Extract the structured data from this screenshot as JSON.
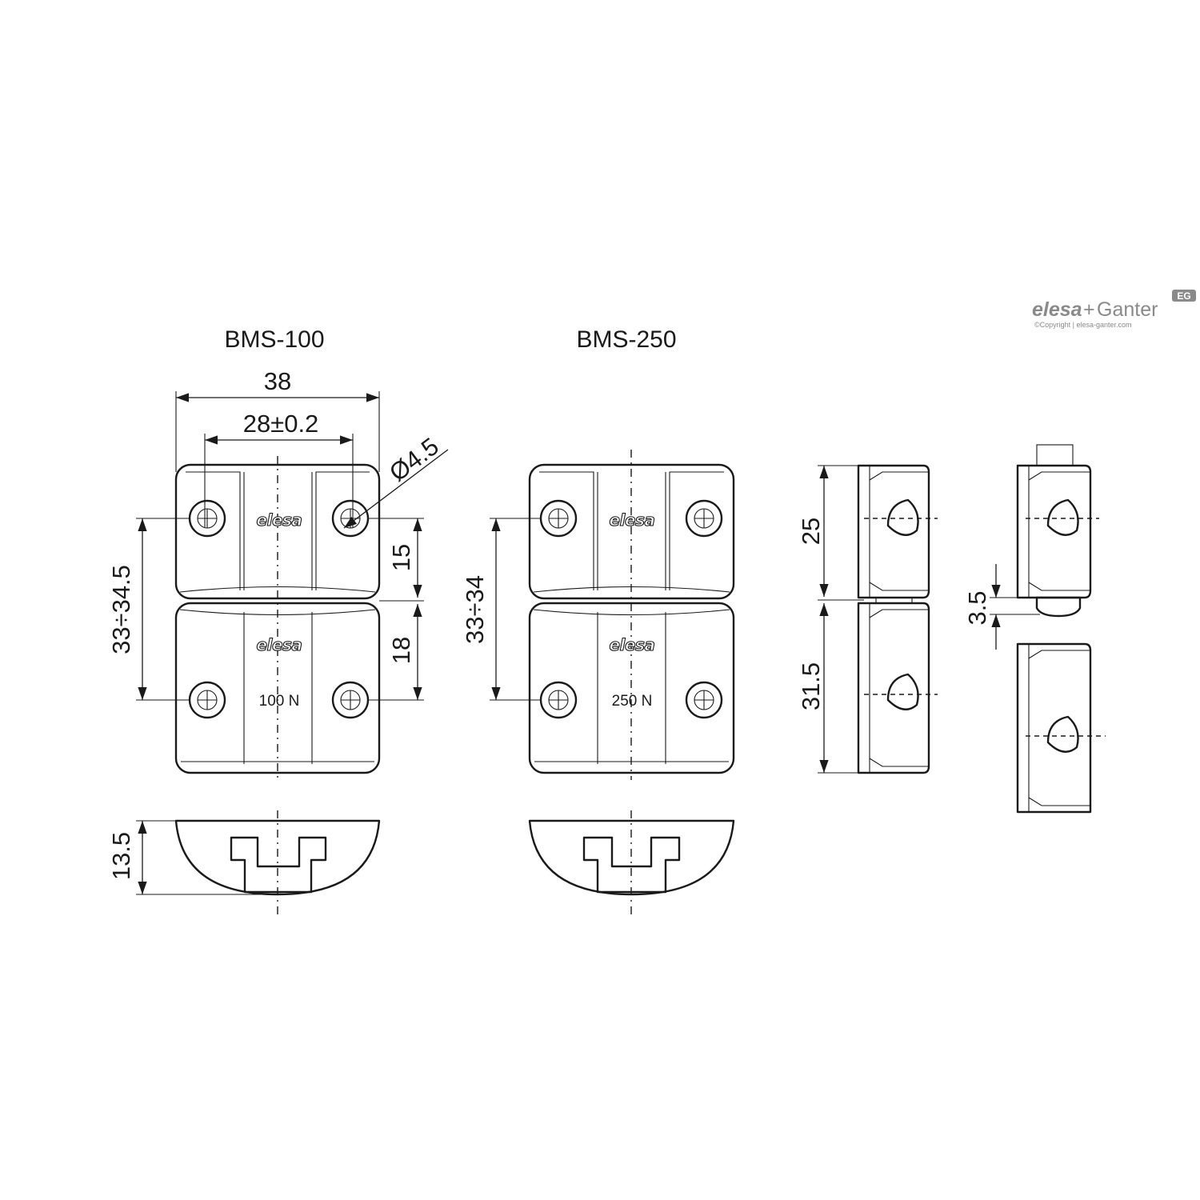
{
  "titles": {
    "left": "BMS-100",
    "right": "BMS-250"
  },
  "dims": {
    "width_overall": "38",
    "hole_spacing": "28±0.2",
    "hole_dia": "Ø4.5",
    "left_hole_range": "33÷34.5",
    "upper_hole_offset": "15",
    "lower_hole_offset": "18",
    "right_hole_range": "33÷34",
    "height": "13.5",
    "side_upper": "25",
    "side_lower": "31.5",
    "gap": "3.5"
  },
  "labels": {
    "logo": "elesa",
    "force_left": "100 N",
    "force_right": "250 N"
  },
  "brand": {
    "name_a": "elesa",
    "plus": "+",
    "name_b": "Ganter",
    "badge": "EG",
    "copyright": "©Copyright | elesa-ganter.com"
  }
}
